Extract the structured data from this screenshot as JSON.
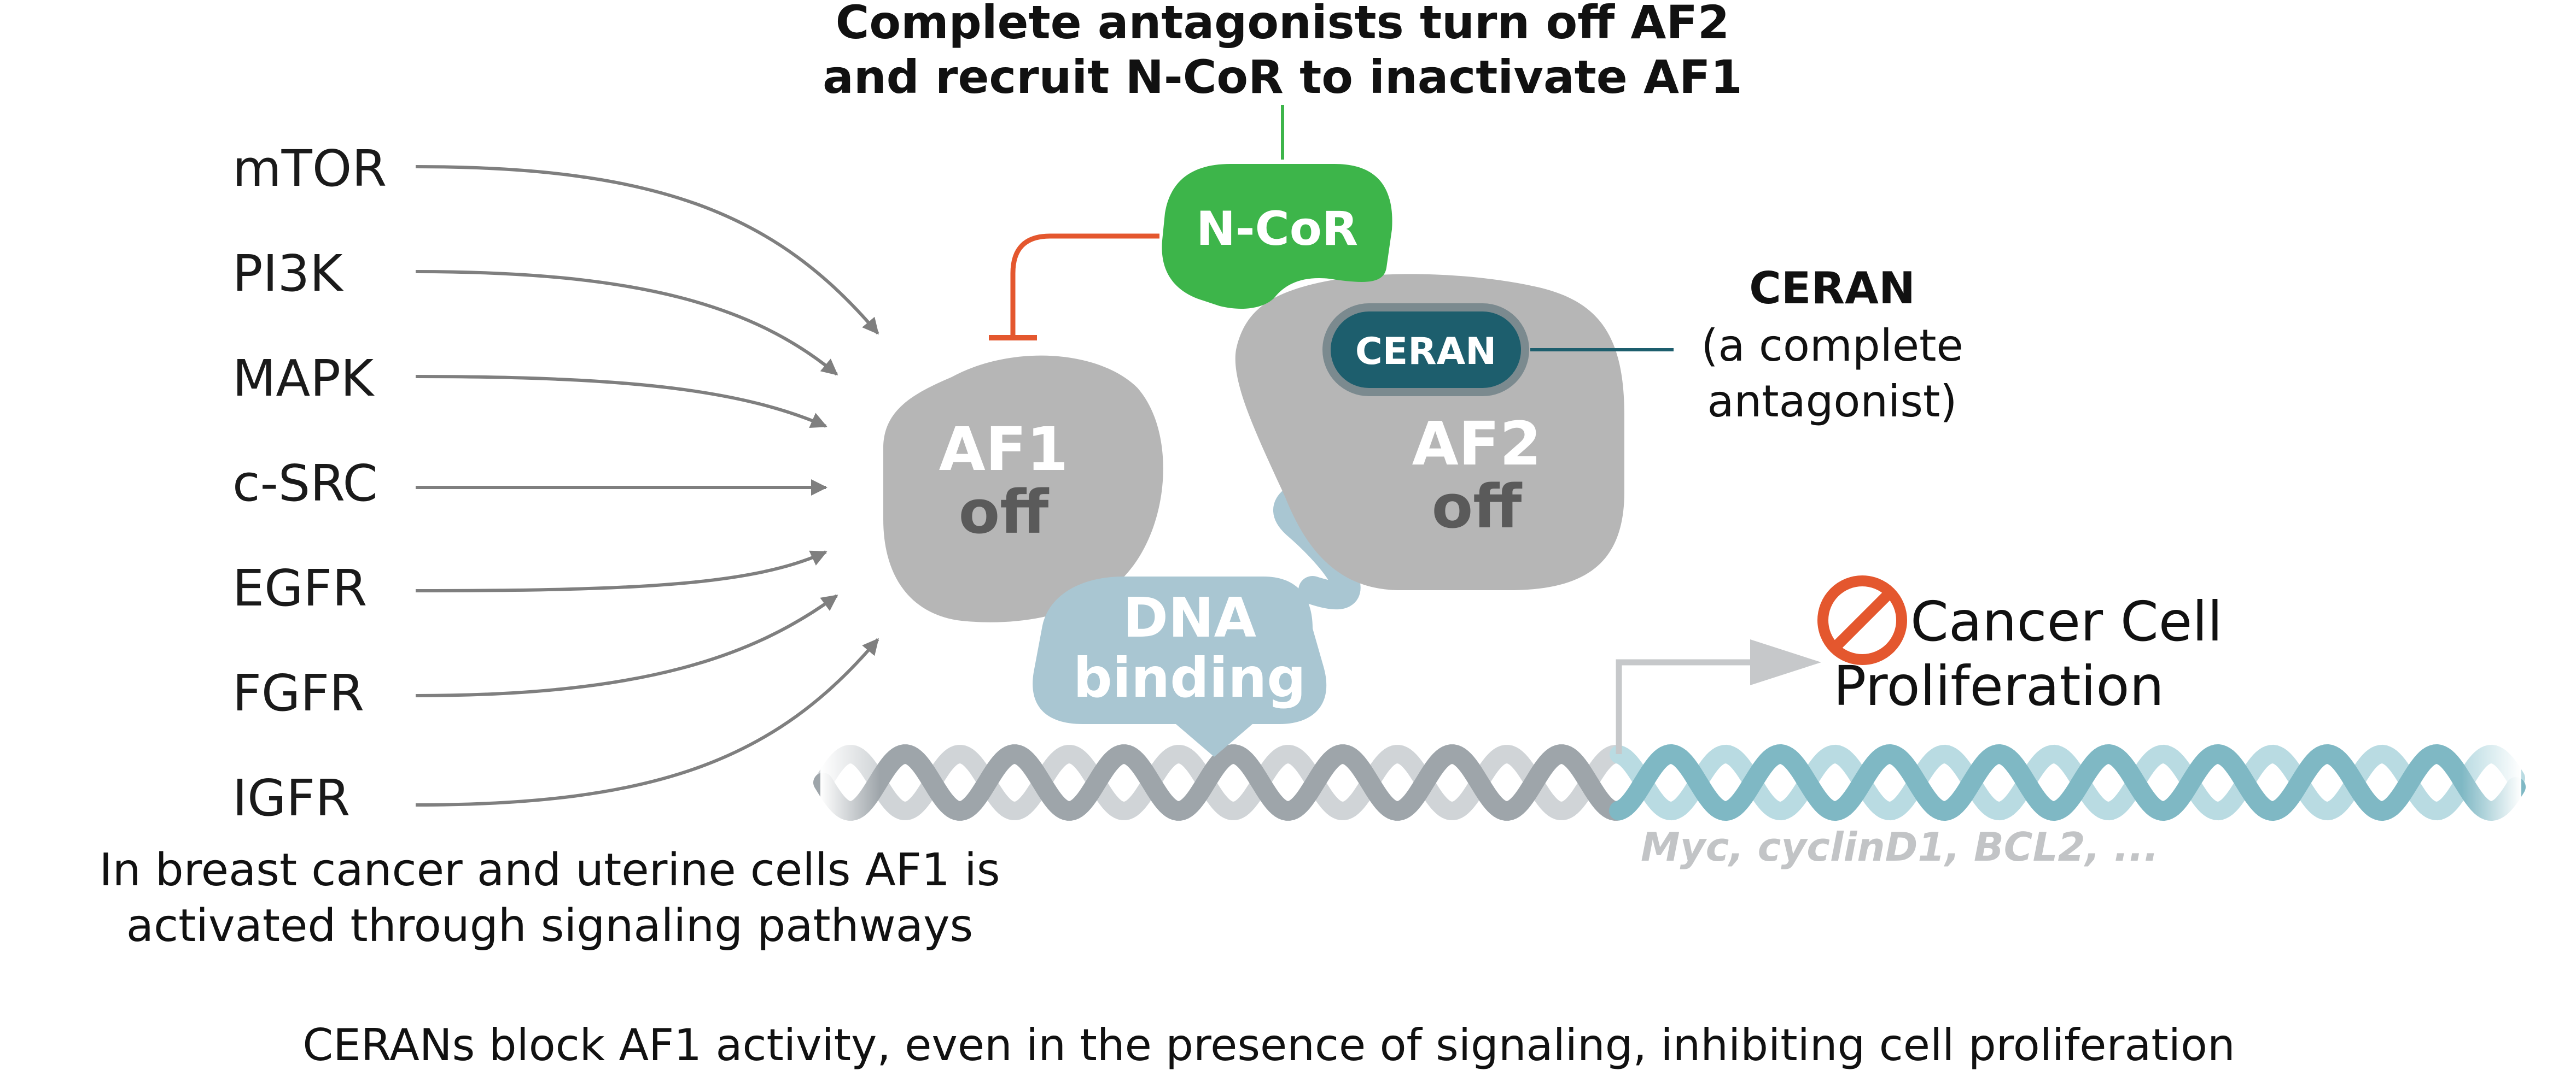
{
  "header": {
    "line1": "Complete antagonists turn off AF2",
    "line2": "and recruit N-CoR to inactivate AF1"
  },
  "pathways": [
    "mTOR",
    "PI3K",
    "MAPK",
    "c-SRC",
    "EGFR",
    "FGFR",
    "IGFR"
  ],
  "pathways_caption": {
    "line1": "In breast cancer and uterine cells AF1 is",
    "line2": "activated through signaling pathways"
  },
  "ncor": {
    "label": "N-CoR"
  },
  "af1": {
    "line1": "AF1",
    "line2": "off"
  },
  "af2": {
    "line1": "AF2",
    "line2": "off"
  },
  "dna_binding": {
    "line1": "DNA",
    "line2": "binding"
  },
  "ceran_pill": {
    "label": "CERAN"
  },
  "ceran_note": {
    "line1": "CERAN",
    "line2": "(a complete",
    "line3": "antagonist)"
  },
  "outcome": {
    "line1": "Cancer Cell",
    "line2": "Proliferation",
    "icon": "prohibition-icon"
  },
  "genes": {
    "label": "Myc, cyclinD1, BCL2, ..."
  },
  "footer": {
    "caption": "CERANs block AF1 activity, even in the presence of signaling, inhibiting cell proliferation"
  },
  "colors": {
    "ncor_green": "#3db54a",
    "inhibit_orange": "#e4572e",
    "domain_gray": "#b6b6b6",
    "domain_text_dark": "#5a5a5a",
    "dna_binding_blue": "#a9c6d2",
    "ceran_teal": "#1d5e6d",
    "helix_gray": "#9ea5aa",
    "helix_teal": "#7fb8c4",
    "arrow_gray": "#7f7f7f"
  }
}
